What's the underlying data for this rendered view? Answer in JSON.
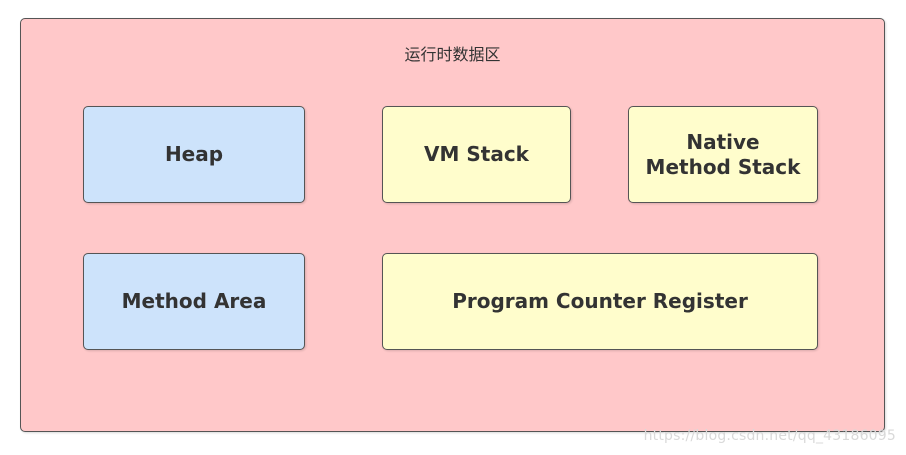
{
  "region": {
    "title": "运行时数据区"
  },
  "boxes": {
    "heap": "Heap",
    "vm_stack": "VM Stack",
    "native_method_stack_line1": "Native",
    "native_method_stack_line2": "Method Stack",
    "method_area": "Method Area",
    "program_counter_register": "Program Counter Register"
  },
  "watermark": "https://blog.csdn.net/qq_43186095",
  "colors": {
    "region_fill": "#ffc8c9",
    "shared_area_fill": "#cde3fb",
    "thread_private_fill": "#fffdcc",
    "border": "#555555"
  }
}
